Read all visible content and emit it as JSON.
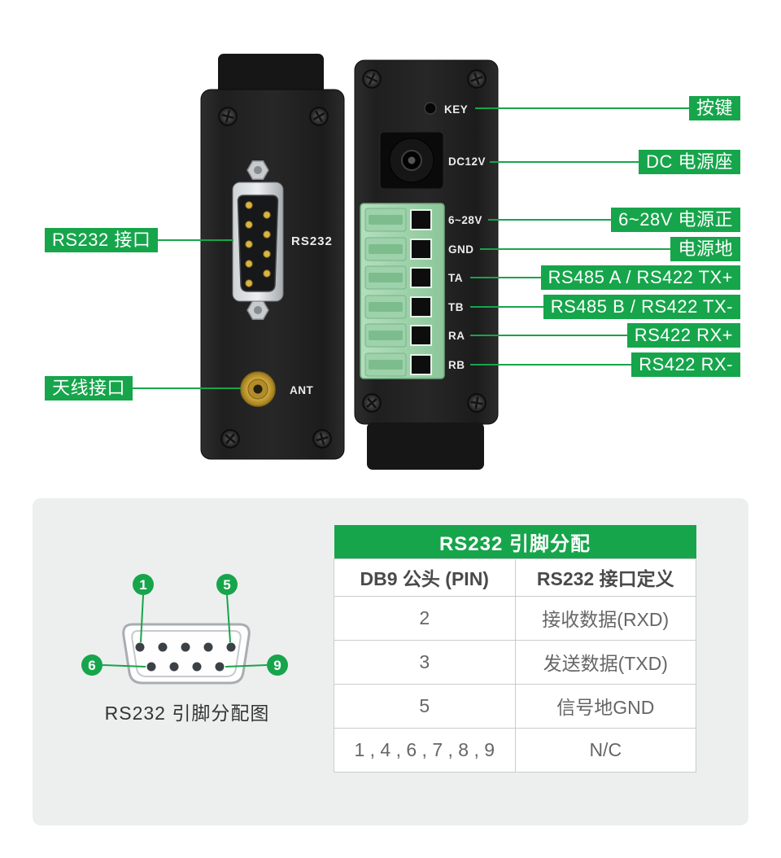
{
  "colors": {
    "accent_green": "#16a54b",
    "panel_gray": "#edefef"
  },
  "device_front": {
    "rs232_port_label": "RS232",
    "antenna_port_label": "ANT"
  },
  "device_back": {
    "key_label": "KEY",
    "dc_label": "DC12V",
    "terminal_labels": [
      "6~28V",
      "GND",
      "TA",
      "TB",
      "RA",
      "RB"
    ]
  },
  "callouts": {
    "rs232": "RS232 接口",
    "antenna": "天线接口",
    "key": "按键",
    "dc_jack": "DC 电源座",
    "power_positive": "6~28V 电源正",
    "power_ground": "电源地",
    "rs485_a": "RS485 A / RS422 TX+",
    "rs485_b": "RS485 B / RS422 TX-",
    "rs422_rx_pos": "RS422 RX+",
    "rs422_rx_neg": "RS422 RX-"
  },
  "pin_diagram": {
    "caption": "RS232 引脚分配图",
    "pin_numbers": {
      "p1": "1",
      "p5": "5",
      "p6": "6",
      "p9": "9"
    }
  },
  "table": {
    "title": "RS232 引脚分配",
    "headers": [
      "DB9 公头 (PIN)",
      "RS232 接口定义"
    ],
    "rows": [
      [
        "2",
        "接收数据(RXD)"
      ],
      [
        "3",
        "发送数据(TXD)"
      ],
      [
        "5",
        "信号地GND"
      ],
      [
        "1 , 4 , 6 , 7 , 8 , 9",
        "N/C"
      ]
    ]
  }
}
